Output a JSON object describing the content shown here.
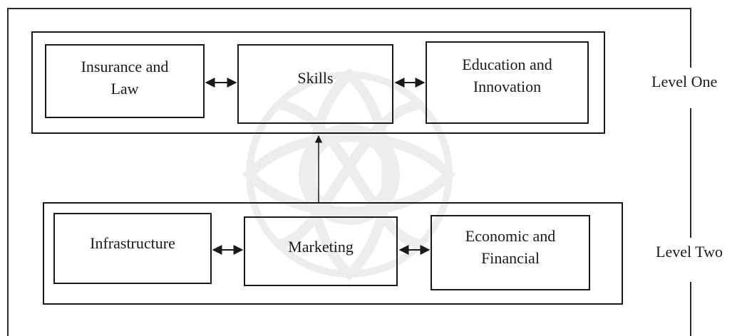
{
  "diagram": {
    "level_one": {
      "label": "Level One",
      "boxes": {
        "insurance": [
          "Insurance and",
          "Law"
        ],
        "skills": [
          "Skills"
        ],
        "education": [
          "Education and",
          "Innovation"
        ]
      }
    },
    "level_two": {
      "label": "Level Two",
      "boxes": {
        "infrastructure": [
          "Infrastructure"
        ],
        "marketing": [
          "Marketing"
        ],
        "economic": [
          "Economic and",
          "Financial"
        ]
      }
    },
    "edges": [
      {
        "from": "insurance",
        "to": "skills",
        "type": "bidirectional"
      },
      {
        "from": "skills",
        "to": "education",
        "type": "bidirectional"
      },
      {
        "from": "infrastructure",
        "to": "marketing",
        "type": "bidirectional"
      },
      {
        "from": "marketing",
        "to": "economic",
        "type": "bidirectional"
      },
      {
        "from": "marketing",
        "to": "skills",
        "type": "directed"
      }
    ]
  }
}
